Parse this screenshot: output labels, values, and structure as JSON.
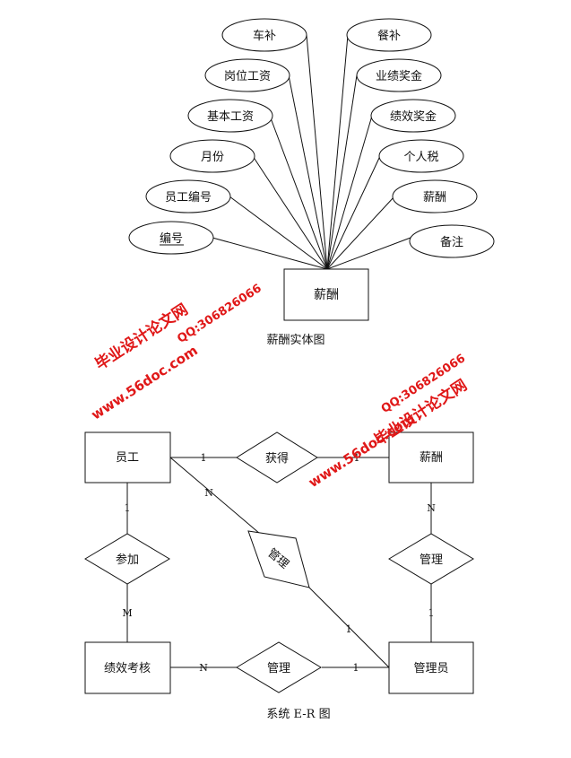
{
  "entity_diagram": {
    "entity": "薪酬",
    "caption": "薪酬实体图",
    "attributes_left": [
      "车补",
      "岗位工资",
      "基本工资",
      "月份",
      "员工编号",
      "编号"
    ],
    "attributes_right": [
      "餐补",
      "业绩奖金",
      "绩效奖金",
      "个人税",
      "薪酬",
      "备注"
    ]
  },
  "er_diagram": {
    "caption": "系统 E-R 图",
    "entities": {
      "employee": "员工",
      "salary": "薪酬",
      "assessment": "绩效考核",
      "manager": "管理员"
    },
    "relationships": {
      "obtain": "获得",
      "join": "参加",
      "manage_salary": "管理",
      "manage_assess": "管理",
      "manage_employee": "管理"
    },
    "cardinalities": {
      "emp_obtain": "1",
      "obtain_salary": "1",
      "emp_manage": "N",
      "manage_mgr": "1",
      "emp_join": "1",
      "join_assess": "M",
      "salary_manage": "N",
      "manage_mgr2": "1",
      "assess_manage": "N",
      "manage_mgr3": "1"
    }
  },
  "watermarks": {
    "site": "www.56doc.com",
    "qq": "QQ:306826066",
    "brand": "毕业设计论文网"
  }
}
